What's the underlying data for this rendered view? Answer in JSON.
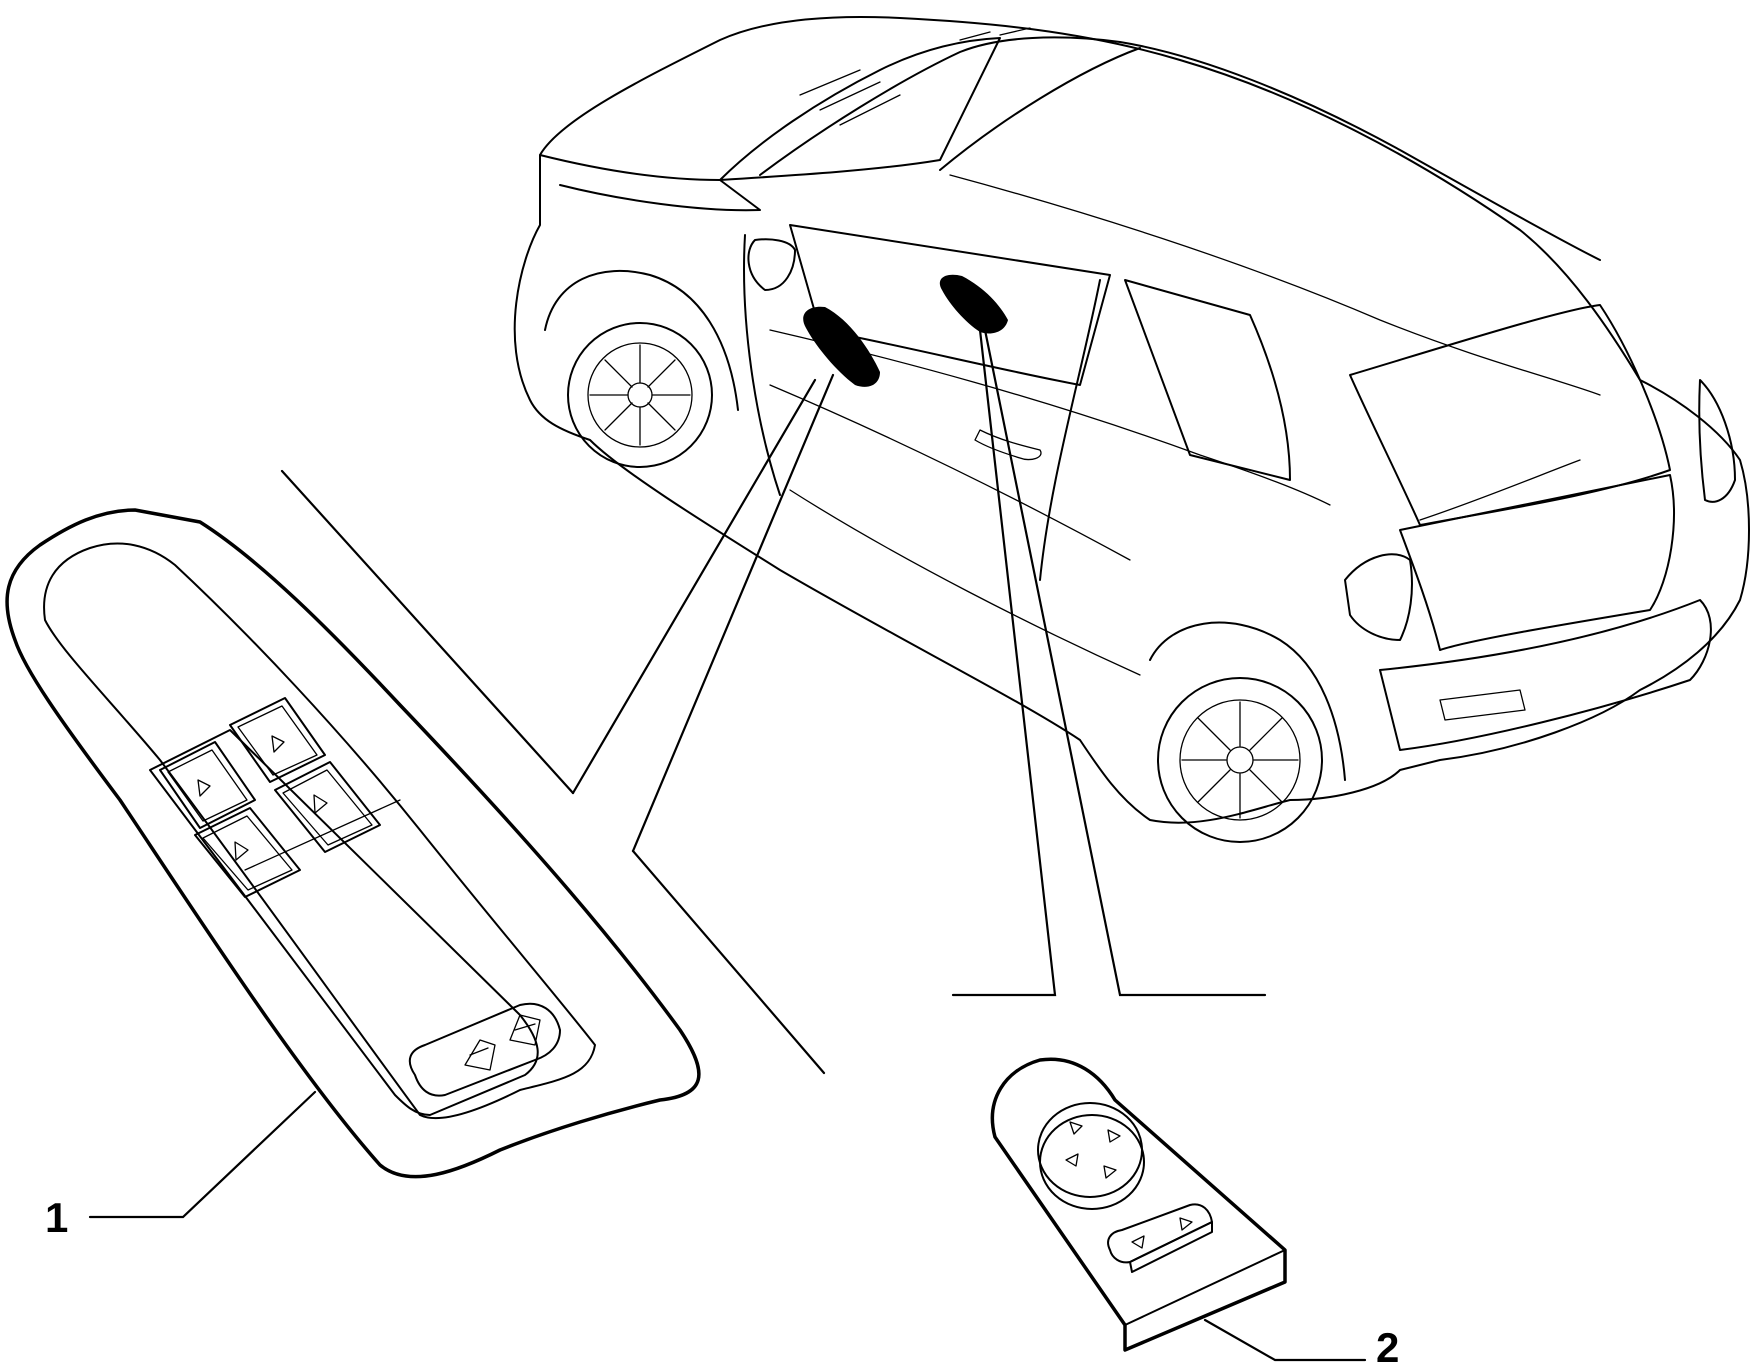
{
  "parts": [
    {
      "number": "1",
      "name": "window-switch-panel"
    },
    {
      "number": "2",
      "name": "mirror-adjust-switch"
    }
  ],
  "colors": {
    "line": "#000000",
    "background": "#ffffff",
    "fill": "#000000"
  }
}
